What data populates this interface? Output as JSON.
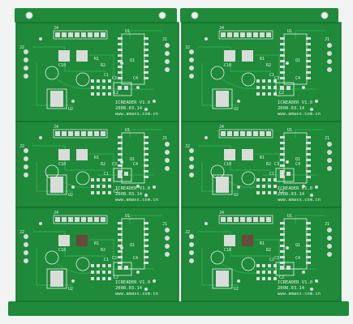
{
  "colors": {
    "background": "#f2f4f3",
    "board": "#1e8a3a",
    "board_dark": "#15702d",
    "trace": "#2aa14a",
    "pad": "#d9dcd9",
    "silk": "#e8f2ea",
    "chip": "#6a4a3a"
  },
  "panels": [
    {
      "id": "top-left",
      "refs": [
        "J4",
        "U1",
        "J2",
        "U2",
        "C10",
        "C1",
        "C2",
        "C3",
        "C4",
        "J1",
        "R1",
        "R2",
        "Q1"
      ],
      "label_lines": [
        "ICREADER V1.0",
        "2008.03.14",
        "www.amass.com.cn"
      ]
    },
    {
      "id": "top-right",
      "refs": [
        "J4",
        "U1",
        "J2",
        "U2",
        "C10",
        "C1",
        "C2",
        "C3",
        "C4",
        "J1",
        "R1",
        "R2",
        "Q1"
      ],
      "label_lines": [
        "ICREADER V1.0",
        "2008.03.14",
        "www.amass.com.cn"
      ]
    },
    {
      "id": "mid-left",
      "refs": [
        "J4",
        "U1",
        "J2",
        "U2",
        "C10",
        "C1",
        "C2",
        "C3",
        "C4",
        "J1",
        "R1",
        "R2",
        "Q1"
      ],
      "label_lines": [
        "ICREADER V1.0",
        "2008.03.14",
        "www.amass.com.cn"
      ]
    },
    {
      "id": "mid-right",
      "refs": [
        "J4",
        "U1",
        "J2",
        "U2",
        "C10",
        "C1",
        "C2",
        "C3",
        "C4",
        "J1",
        "R1",
        "R2",
        "Q1"
      ],
      "label_lines": [
        "ICREADER V1.0",
        "2008.03.14",
        "www.amass.com.cn"
      ]
    },
    {
      "id": "bottom-left",
      "refs": [
        "J4",
        "U1",
        "J2",
        "U2",
        "C10",
        "C1",
        "C2",
        "C3",
        "C4",
        "J1",
        "R1",
        "R2",
        "Q1"
      ],
      "label_lines": [
        "ICREADER V1.0",
        "2008.03.14",
        "www.amass.com.cn"
      ]
    },
    {
      "id": "bottom-right",
      "refs": [
        "J4",
        "U1",
        "J2",
        "U2",
        "C10",
        "C1",
        "C2",
        "C3",
        "C4",
        "J1",
        "R1",
        "R2",
        "Q1"
      ],
      "label_lines": [
        "ICREADER V1.0",
        "2008.03.14",
        "www.amass.com.cn"
      ]
    }
  ]
}
